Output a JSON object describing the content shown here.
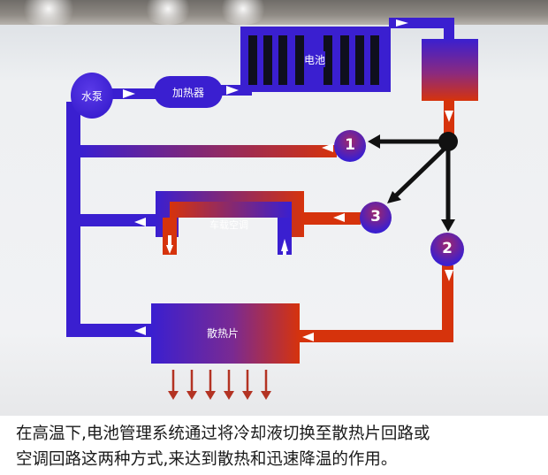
{
  "diagram": {
    "battery_label": "电池",
    "pump_label": "水泵",
    "heater_label": "加热器",
    "ac_label": "车载空调",
    "radiator_label": "散热片",
    "valves": [
      "1",
      "2",
      "3"
    ]
  },
  "caption": {
    "line1": "在高温下,电池管理系统通过将冷却液切换至散热片回路或",
    "line2": "空调回路这两种方式,来达到散热和迅速降温的作用。"
  }
}
